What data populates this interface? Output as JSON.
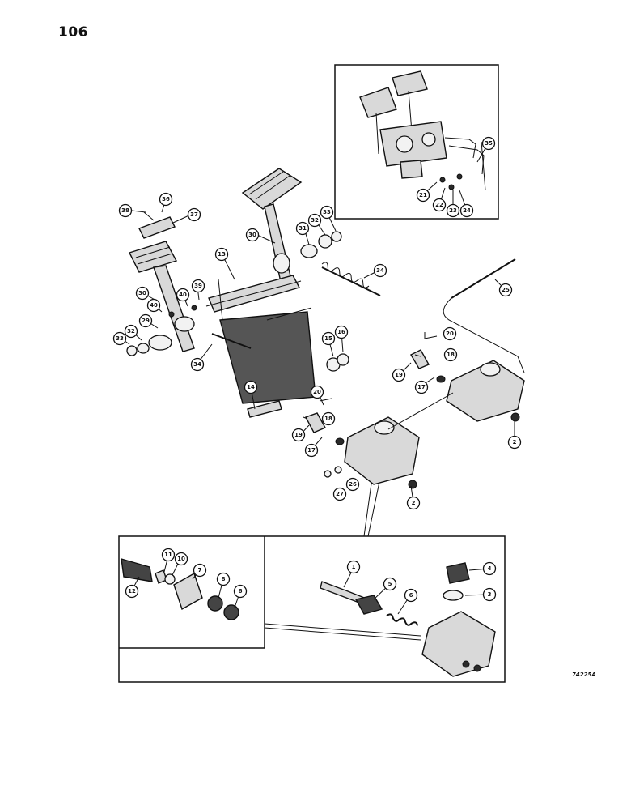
{
  "page": {
    "number": "106",
    "figure_code": "74225A"
  },
  "callouts": [
    {
      "id": "c1",
      "label": "38"
    },
    {
      "id": "c2",
      "label": "36"
    },
    {
      "id": "c3",
      "label": "37"
    },
    {
      "id": "c4",
      "label": "30"
    },
    {
      "id": "c5",
      "label": "31"
    },
    {
      "id": "c6",
      "label": "32"
    },
    {
      "id": "c7",
      "label": "33"
    },
    {
      "id": "c8",
      "label": "13"
    },
    {
      "id": "c9",
      "label": "34"
    },
    {
      "id": "c10",
      "label": "39"
    },
    {
      "id": "c11",
      "label": "40"
    },
    {
      "id": "c12",
      "label": "30"
    },
    {
      "id": "c13",
      "label": "40"
    },
    {
      "id": "c14",
      "label": "29"
    },
    {
      "id": "c15",
      "label": "32"
    },
    {
      "id": "c16",
      "label": "33"
    },
    {
      "id": "c17",
      "label": "34"
    },
    {
      "id": "c18",
      "label": "15"
    },
    {
      "id": "c19",
      "label": "16"
    },
    {
      "id": "c20",
      "label": "14"
    },
    {
      "id": "c21",
      "label": "20"
    },
    {
      "id": "c22",
      "label": "18"
    },
    {
      "id": "c23",
      "label": "19"
    },
    {
      "id": "c24",
      "label": "17"
    },
    {
      "id": "c25",
      "label": "26"
    },
    {
      "id": "c26",
      "label": "27"
    },
    {
      "id": "c27",
      "label": "2"
    },
    {
      "id": "c28",
      "label": "20"
    },
    {
      "id": "c29",
      "label": "18"
    },
    {
      "id": "c30",
      "label": "19"
    },
    {
      "id": "c31",
      "label": "17"
    },
    {
      "id": "c32",
      "label": "2"
    },
    {
      "id": "c33",
      "label": "25"
    },
    {
      "id": "c34",
      "label": "35"
    },
    {
      "id": "c35",
      "label": "21"
    },
    {
      "id": "c36",
      "label": "22"
    },
    {
      "id": "c37",
      "label": "23"
    },
    {
      "id": "c38",
      "label": "24"
    },
    {
      "id": "c39",
      "label": "12"
    },
    {
      "id": "c40",
      "label": "11"
    },
    {
      "id": "c41",
      "label": "10"
    },
    {
      "id": "c42",
      "label": "7"
    },
    {
      "id": "c43",
      "label": "8"
    },
    {
      "id": "c44",
      "label": "6"
    },
    {
      "id": "c45",
      "label": "1"
    },
    {
      "id": "c46",
      "label": "5"
    },
    {
      "id": "c47",
      "label": "6"
    },
    {
      "id": "c48",
      "label": "4"
    },
    {
      "id": "c49",
      "label": "3"
    }
  ]
}
